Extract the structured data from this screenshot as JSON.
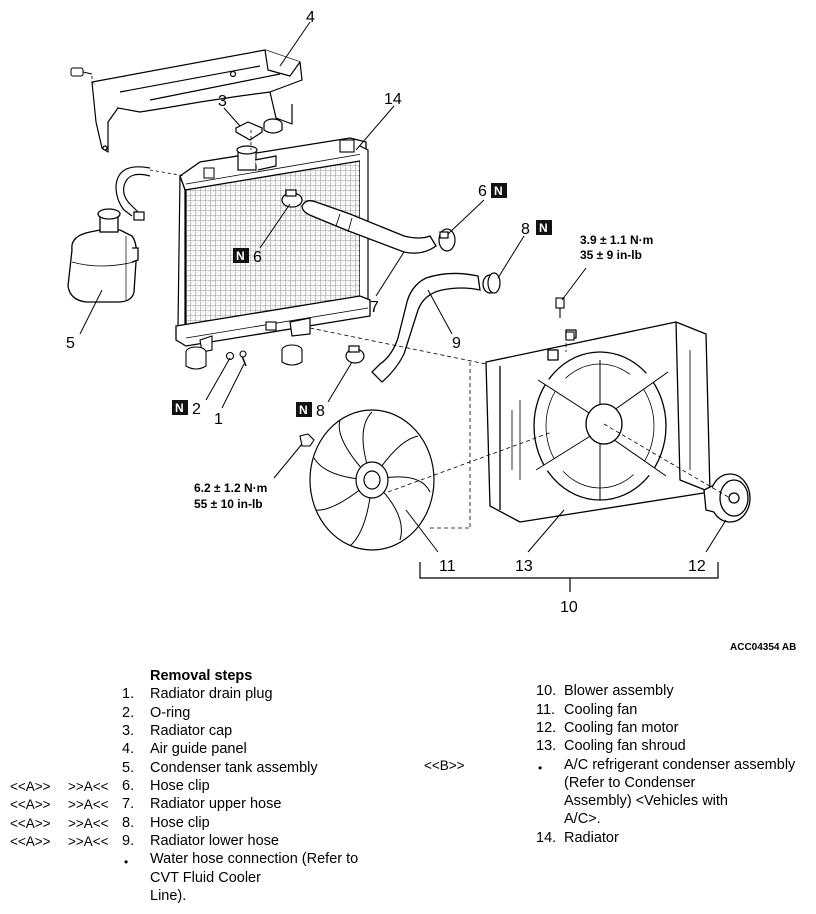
{
  "diagram": {
    "callouts": {
      "c1": "1",
      "c2": "2",
      "c3": "3",
      "c4": "4",
      "c5": "5",
      "c6a": "6",
      "c6b": "6",
      "c7": "7",
      "c8a": "8",
      "c8b": "8",
      "c9": "9",
      "c10": "10",
      "c11": "11",
      "c12": "12",
      "c13": "13",
      "c14": "14"
    },
    "n_tag": "N",
    "torque_fan_motor": {
      "nm": "3.9 ± 1.1 N·m",
      "inlb": "35 ± 9 in-lb"
    },
    "torque_fan": {
      "nm": "6.2 ± 1.2 N·m",
      "inlb": "55 ± 10 in-lb"
    },
    "figure_code": "ACC04354 AB"
  },
  "removal": {
    "title": "Removal steps",
    "left_steps": [
      {
        "num": "1.",
        "text": "Radiator drain plug"
      },
      {
        "num": "2.",
        "text": "O-ring"
      },
      {
        "num": "3.",
        "text": "Radiator cap"
      },
      {
        "num": "4.",
        "text": "Air guide panel"
      },
      {
        "num": "5.",
        "text": "Condenser tank assembly"
      },
      {
        "num": "6.",
        "text": "Hose clip",
        "removal_ref": "<<A>>",
        "install_ref": ">>A<<"
      },
      {
        "num": "7.",
        "text": "Radiator upper hose",
        "removal_ref": "<<A>>",
        "install_ref": ">>A<<"
      },
      {
        "num": "8.",
        "text": "Hose clip",
        "removal_ref": "<<A>>",
        "install_ref": ">>A<<"
      },
      {
        "num": "9.",
        "text": "Radiator lower hose",
        "removal_ref": "<<A>>",
        "install_ref": ">>A<<"
      },
      {
        "num": "•",
        "text_lines": [
          "Water hose connection (Refer to",
          "CVT Fluid Cooler",
          "Line)."
        ]
      }
    ],
    "right_steps": [
      {
        "num": "10.",
        "text": "Blower assembly"
      },
      {
        "num": "11.",
        "text": "Cooling fan"
      },
      {
        "num": "12.",
        "text": "Cooling fan motor"
      },
      {
        "num": "13.",
        "text": "Cooling fan shroud"
      },
      {
        "num": "•",
        "ref": "<<B>>",
        "text_lines": [
          "A/C refrigerant condenser assembly",
          "(Refer to Condenser",
          "Assembly) <Vehicles with",
          "A/C>."
        ]
      },
      {
        "num": "14.",
        "text": "Radiator"
      }
    ]
  }
}
